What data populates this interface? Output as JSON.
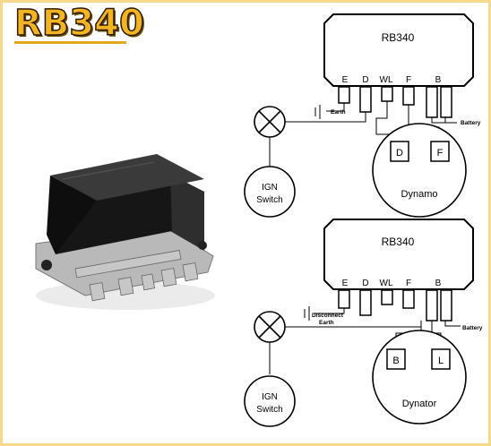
{
  "title": "RB340",
  "upper": {
    "regulator_label": "RB340",
    "terminals": [
      "E",
      "D",
      "WL",
      "F",
      "B"
    ],
    "earth_label": "Earth",
    "battery_label": "Battery",
    "switch_label_1": "IGN",
    "switch_label_2": "Switch",
    "generator_label": "Dynamo",
    "gen_terminal_1": "D",
    "gen_terminal_2": "F"
  },
  "lower": {
    "regulator_label": "RB340",
    "terminals": [
      "E",
      "D",
      "WL",
      "F",
      "B"
    ],
    "earth_label_1": "Disconnect",
    "earth_label_2": "Earth",
    "battery_label": "Battery",
    "switch_label_1": "IGN",
    "switch_label_2": "Switch",
    "generator_label": "Dynator",
    "gen_terminal_1": "B",
    "gen_terminal_2": "L"
  },
  "colors": {
    "title": "#f2b420",
    "border": "#f7d98b",
    "unit_body": "#1e1e1e"
  }
}
